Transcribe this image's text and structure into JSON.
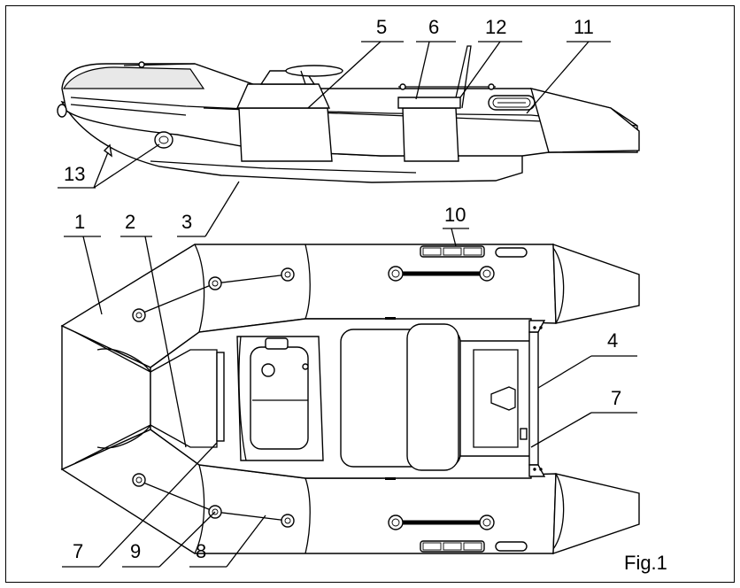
{
  "figure_label": "Fig.1",
  "callouts": {
    "c1": "1",
    "c2": "2",
    "c3": "3",
    "c4": "4",
    "c5": "5",
    "c6": "6",
    "c7a": "7",
    "c7b": "7",
    "c8": "8",
    "c9": "9",
    "c10": "10",
    "c11": "11",
    "c12": "12",
    "c13": "13"
  }
}
